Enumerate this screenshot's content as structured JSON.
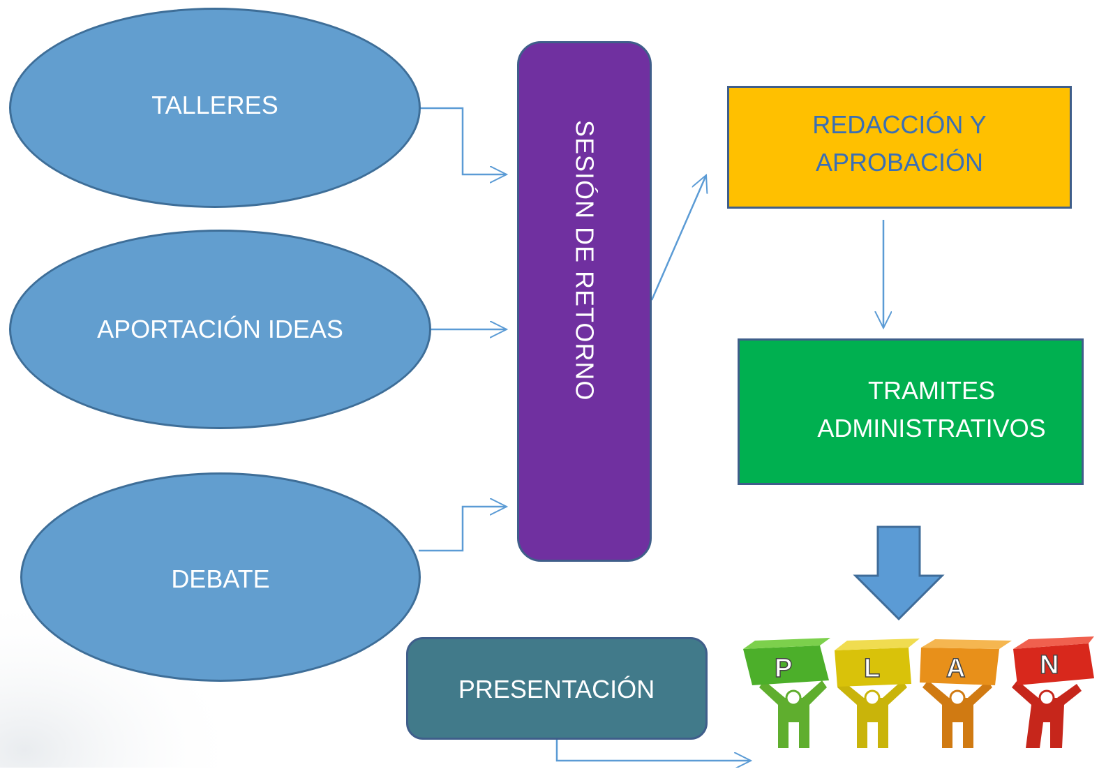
{
  "nodes": {
    "talleres": "TALLERES",
    "aportacion": "APORTACIÓN IDEAS",
    "debate": "DEBATE",
    "sesion": "SESIÓN DE RETORNO",
    "redaccion_line1": "REDACCIÓN Y",
    "redaccion_line2": "APROBACIÓN",
    "tramites_line1": "TRAMITES",
    "tramites_line2": "ADMINISTRATIVOS",
    "presentacion": "PRESENTACIÓN"
  },
  "plan_image": {
    "letters": [
      "P",
      "L",
      "A",
      "N"
    ],
    "colors": [
      "#4caf2a",
      "#d9c20a",
      "#e8901a",
      "#d8281c"
    ]
  },
  "colors": {
    "ellipse": "#629ecf",
    "sesion": "#7030a0",
    "redaccion": "#ffc000",
    "tramites": "#00b050",
    "presentacion": "#417a8a",
    "connector": "#5b9bd5"
  }
}
